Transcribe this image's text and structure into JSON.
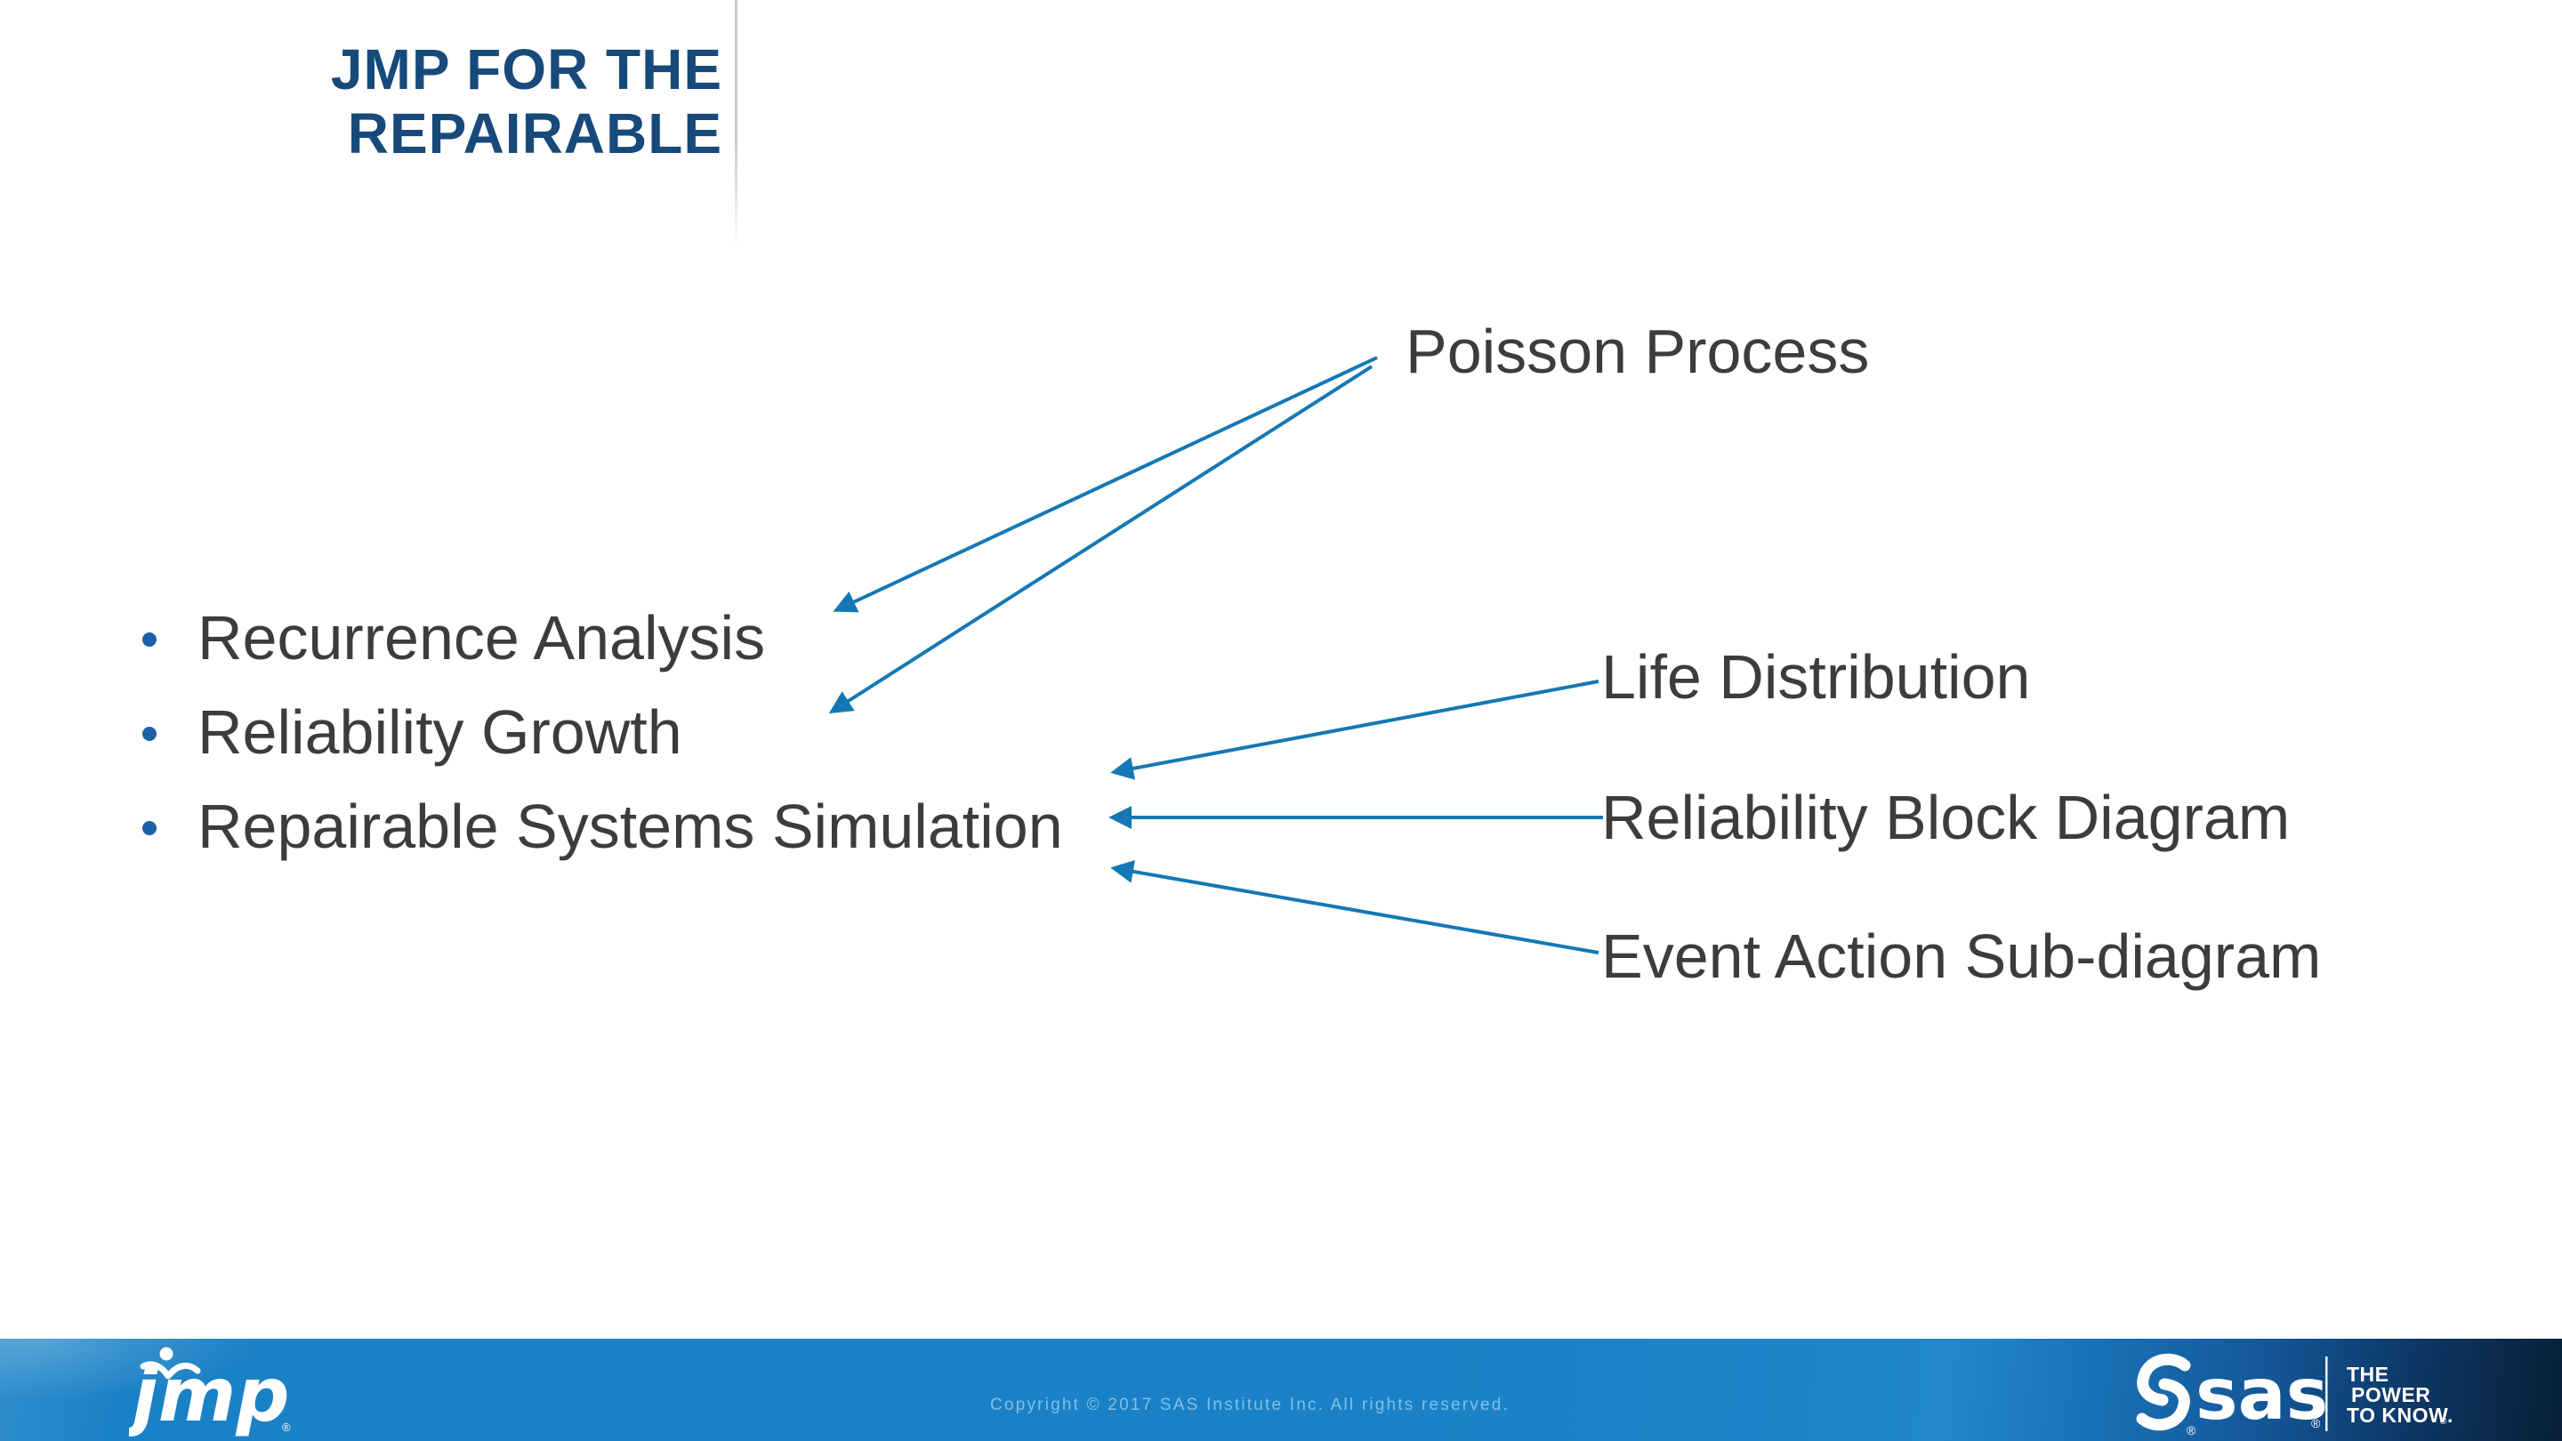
{
  "title": {
    "line1": "JMP FOR THE",
    "line2": "REPAIRABLE"
  },
  "bullets": [
    "Recurrence Analysis",
    "Reliability Growth",
    "Repairable Systems Simulation"
  ],
  "callouts": {
    "poisson": "Poisson Process",
    "life_distribution": "Life Distribution",
    "reliability_block_diagram": "Reliability Block Diagram",
    "event_action_sub_diagram": "Event Action Sub-diagram"
  },
  "footer": {
    "copyright": "Copyright © 2017 SAS Institute Inc. All rights reserved.",
    "jmp_wordmark": "jmp",
    "sas_wordmark": "sas",
    "tagline": {
      "line1": "THE",
      "line2": "POWER",
      "line3": "TO KNOW."
    },
    "registered_mark": "®"
  },
  "colors": {
    "title_blue": "#17497B",
    "body_text": "#3C3C3C",
    "arrow_blue": "#1578B5",
    "bullet_blue": "#1D5FA8",
    "bar_blue": "#1B81C6",
    "bar_dark": "#092038",
    "copyright_blue": "#7FC0E8",
    "divider_gray": "#C6C9CB"
  }
}
